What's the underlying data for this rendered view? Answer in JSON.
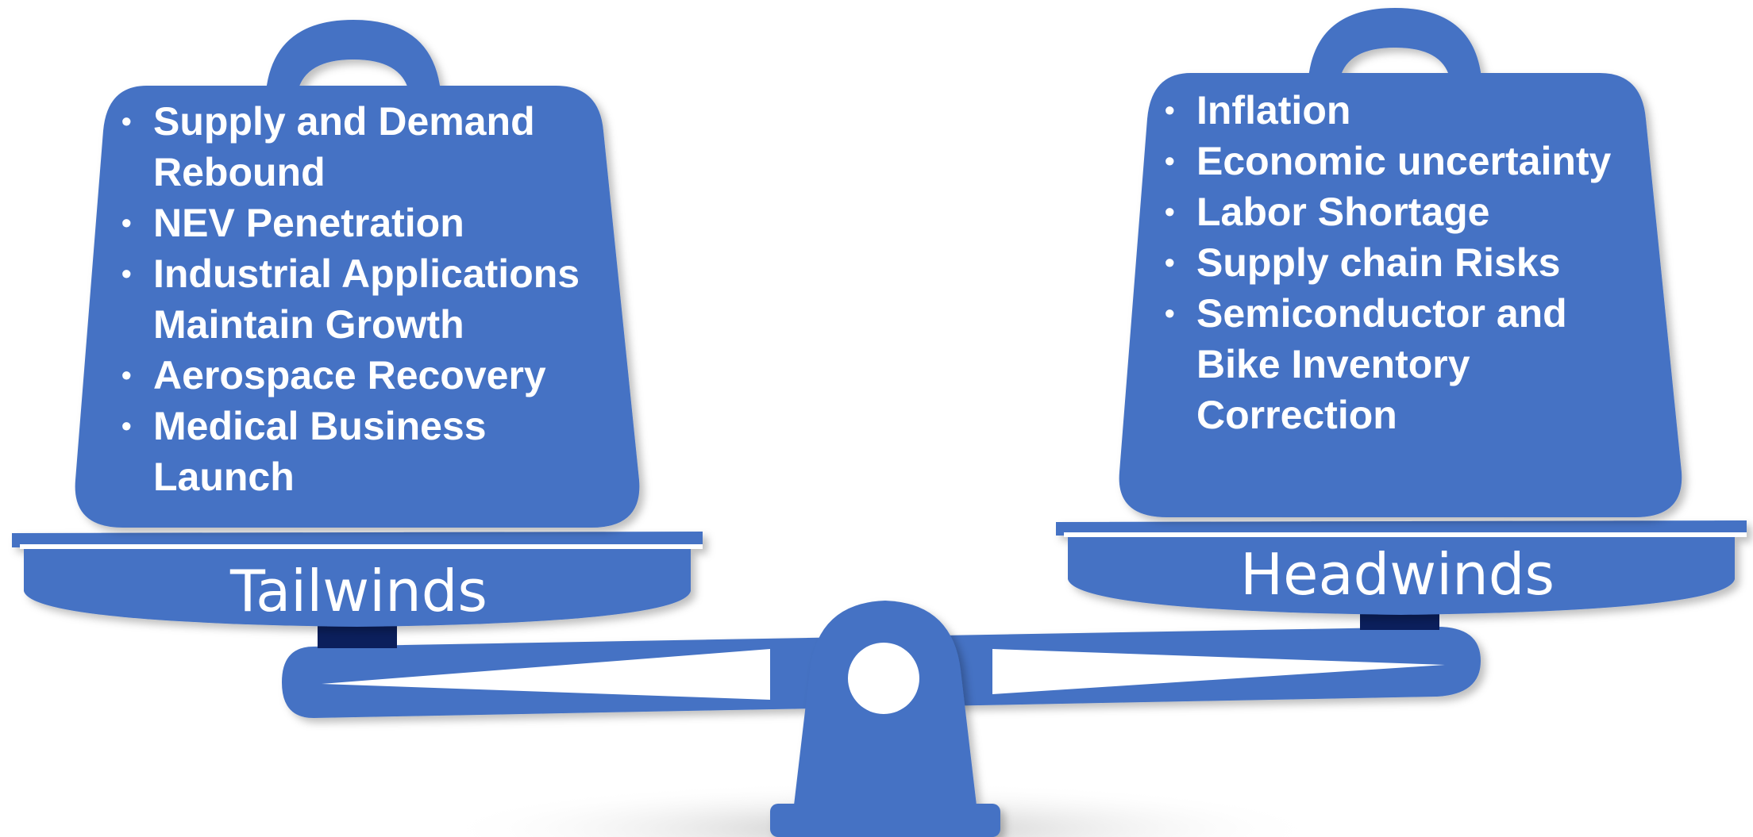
{
  "colors": {
    "primary": "#4472C4",
    "dark": "#0B1F5C",
    "text": "#FFFFFF",
    "shadow": "#C8C8C8"
  },
  "tailwinds": {
    "label": "Tailwinds",
    "items": [
      "Supply and Demand Rebound",
      "NEV Penetration",
      "Industrial Applications Maintain Growth",
      "Aerospace Recovery",
      "Medical Business Launch"
    ]
  },
  "headwinds": {
    "label": "Headwinds",
    "items": [
      "Inflation",
      "Economic uncertainty",
      "Labor Shortage",
      "Supply chain Risks",
      "Semiconductor and Bike Inventory Correction"
    ]
  }
}
